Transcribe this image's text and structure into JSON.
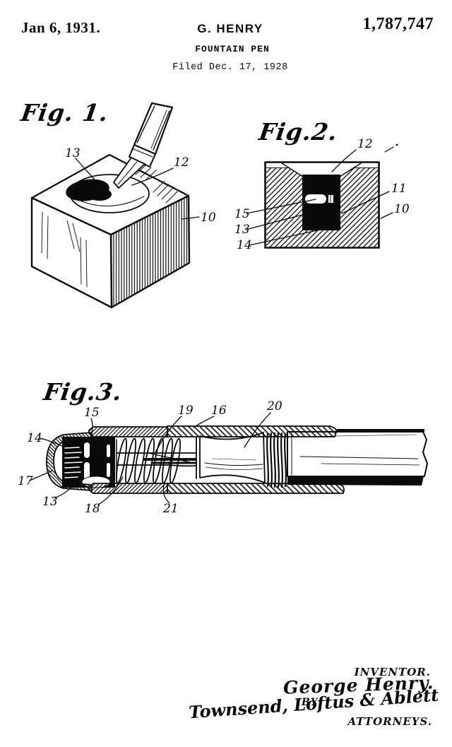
{
  "header": {
    "date": "Jan 6, 1931.",
    "inventor_name": "G. HENRY",
    "patent_number": "1,787,747",
    "invention_title": "FOUNTAIN PEN",
    "filed_line": "Filed Dec. 17, 1928"
  },
  "figures": {
    "fig1": {
      "label": "Fig. 1.",
      "refs": {
        "r13": "13",
        "r12": "12",
        "r10": "10"
      }
    },
    "fig2": {
      "label": "Fig.2.",
      "refs": {
        "r12": "12",
        "r11": "11",
        "r15": "15",
        "r13": "13",
        "r14": "14",
        "r10": "10"
      }
    },
    "fig3": {
      "label": "Fig.3.",
      "refs": {
        "r14": "14",
        "r15": "15",
        "r19": "19",
        "r16": "16",
        "r20": "20",
        "r17": "17",
        "r13": "13",
        "r18": "18",
        "r21": "21"
      }
    }
  },
  "signature": {
    "inventor_caption": "INVENTOR.",
    "inventor_signature": "George Henry.",
    "by_label": "BY",
    "attorney_signature": "Townsend, Loftus & Ablett",
    "attorneys_caption": "ATTORNEYS."
  }
}
